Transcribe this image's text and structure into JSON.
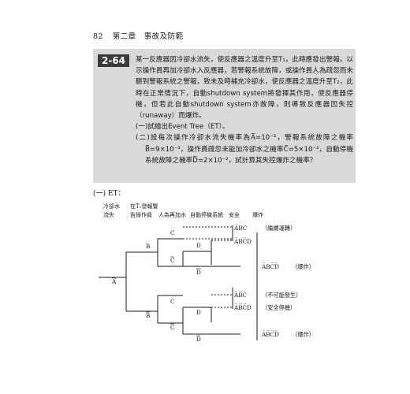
{
  "header": {
    "page_number": "82",
    "chapter": "第二章　事故及防範"
  },
  "question": {
    "number": "2-64",
    "text": "某一反應器因冷卻水流失，使反應器之溫度升至T₁，此時應發出警報，以示操作員再加冷卻水入反應器，若警報系統故障，或操作員人為疏忽而未聽到警報系統之警報，致未及時補充冷卻水，使反應器之溫度升至T₂，此時在正常情況下，自動shutdown system將發揮其作用，使反應器停機，但若此自動shutdown system亦故障，則導致反應器因失控（runaway）而爆炸。",
    "sub1": "(一)試繪出Event Tree（ET）。",
    "sub2": "(二)設每次操作冷卻水流失機率為A̅=10⁻³，警報系統故障之機率B̅=9×10⁻³，操作員疏忽未能加冷卻水之機率C̅=5×10⁻²，自動停機系統故障之機率D̅=2×10⁻²，試計算其失控爆炸之機率？"
  },
  "answer_label": "(一) ET：",
  "event_tree": {
    "headers": [
      "冷卻水",
      "在T₁發報警",
      "流失",
      "告操作員",
      "人為再加水",
      "自動停機系統",
      "安全",
      "爆炸"
    ],
    "nodes": [
      "A",
      "B",
      "B",
      "C",
      "C",
      "C",
      "C",
      "D",
      "D",
      "D",
      "D"
    ],
    "outcomes": [
      {
        "seq": "A̅BC",
        "note": ""
      },
      {
        "seq": "A̅BC̅D",
        "note": ""
      },
      {
        "seq": "A̅BC̅D̅",
        "note": "（爆炸）"
      },
      {
        "seq": "A̅B̅C",
        "note": "（不可能發生）"
      },
      {
        "seq": "A̅B̅C̅D",
        "note": "（安全停機）"
      },
      {
        "seq": "A̅B̅C̅D̅",
        "note": "（爆炸）"
      }
    ],
    "top_note": "（繼續運轉）"
  }
}
